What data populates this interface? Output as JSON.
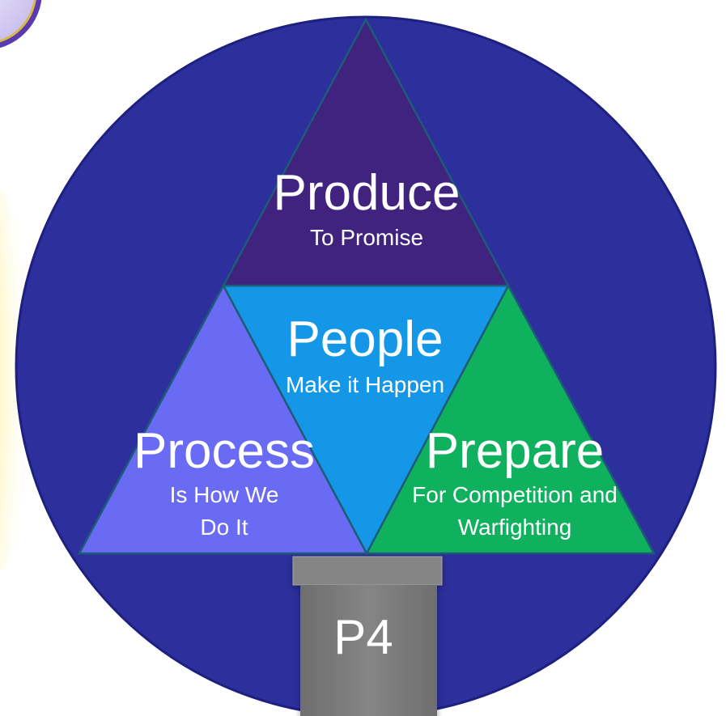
{
  "diagram": {
    "produce": {
      "title": "Produce",
      "subtitle": "To Promise",
      "color": "#3F237F"
    },
    "people": {
      "title": "People",
      "subtitle": "Make it Happen",
      "color": "#1597E8"
    },
    "process": {
      "title": "Process",
      "subtitle_line1": "Is How We",
      "subtitle_line2": "Do It",
      "color": "#6A6BF5"
    },
    "prepare": {
      "title": "Prepare",
      "subtitle_line1": "For Competition and",
      "subtitle_line2": "Warfighting",
      "color": "#10B15E"
    },
    "base": {
      "label": "P4",
      "color": "#7C7C7C"
    },
    "circle_color": "#2C2F9C"
  }
}
